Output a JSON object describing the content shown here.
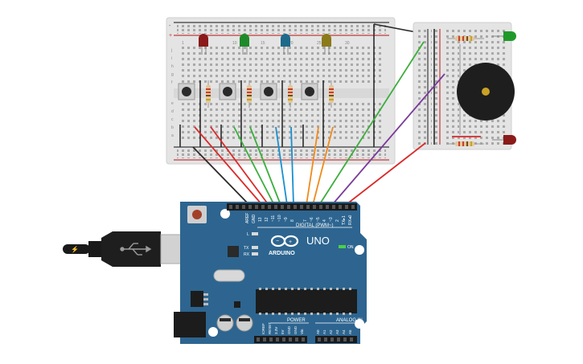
{
  "canvas": {
    "background": "#ffffff"
  },
  "breadboard_main": {
    "row_letters_top": [
      "j",
      "i",
      "h",
      "g",
      "f"
    ],
    "row_letters_bottom": [
      "e",
      "d",
      "c",
      "b",
      "a"
    ],
    "column_numbers": [
      "1",
      "5",
      "10",
      "15",
      "20",
      "25",
      "30"
    ],
    "rail_plus": "+",
    "rail_minus": "-"
  },
  "leds": [
    {
      "name": "red-led",
      "color": "#8b1a1a"
    },
    {
      "name": "green-led",
      "color": "#1f8a2a"
    },
    {
      "name": "blue-led",
      "color": "#1e6a8a"
    },
    {
      "name": "yellow-led",
      "color": "#8a7a1a"
    }
  ],
  "arduino": {
    "brand": "ARDUINO",
    "model": "UNO",
    "digital_header_label": "DIGITAL (PWM~)",
    "power_label": "POWER",
    "analog_label": "ANALOG IN",
    "on_label": "ON",
    "digital_pins": [
      "AREF",
      "GND",
      "13",
      "12",
      "~11",
      "~10",
      "~9",
      "8",
      "7",
      "~6",
      "~5",
      "4",
      "~3",
      "2",
      "TX▸1",
      "RX◂0"
    ],
    "power_pins": [
      "IOREF",
      "RESET",
      "3.3V",
      "5V",
      "GND",
      "GND",
      "Vin"
    ],
    "analog_pins": [
      "A0",
      "A1",
      "A2",
      "A3",
      "A4",
      "A5"
    ],
    "led_labels": {
      "l": "L",
      "tx": "TX",
      "rx": "RX"
    },
    "board_color": "#2d6590"
  },
  "wire_colors": {
    "black": "#2b2b2b",
    "red": "#d92a2a",
    "green": "#3cae3c",
    "blue": "#1a8fd0",
    "orange": "#f08a1a",
    "purple": "#7a3a9a"
  },
  "usb": {
    "icon": "usb-icon"
  }
}
